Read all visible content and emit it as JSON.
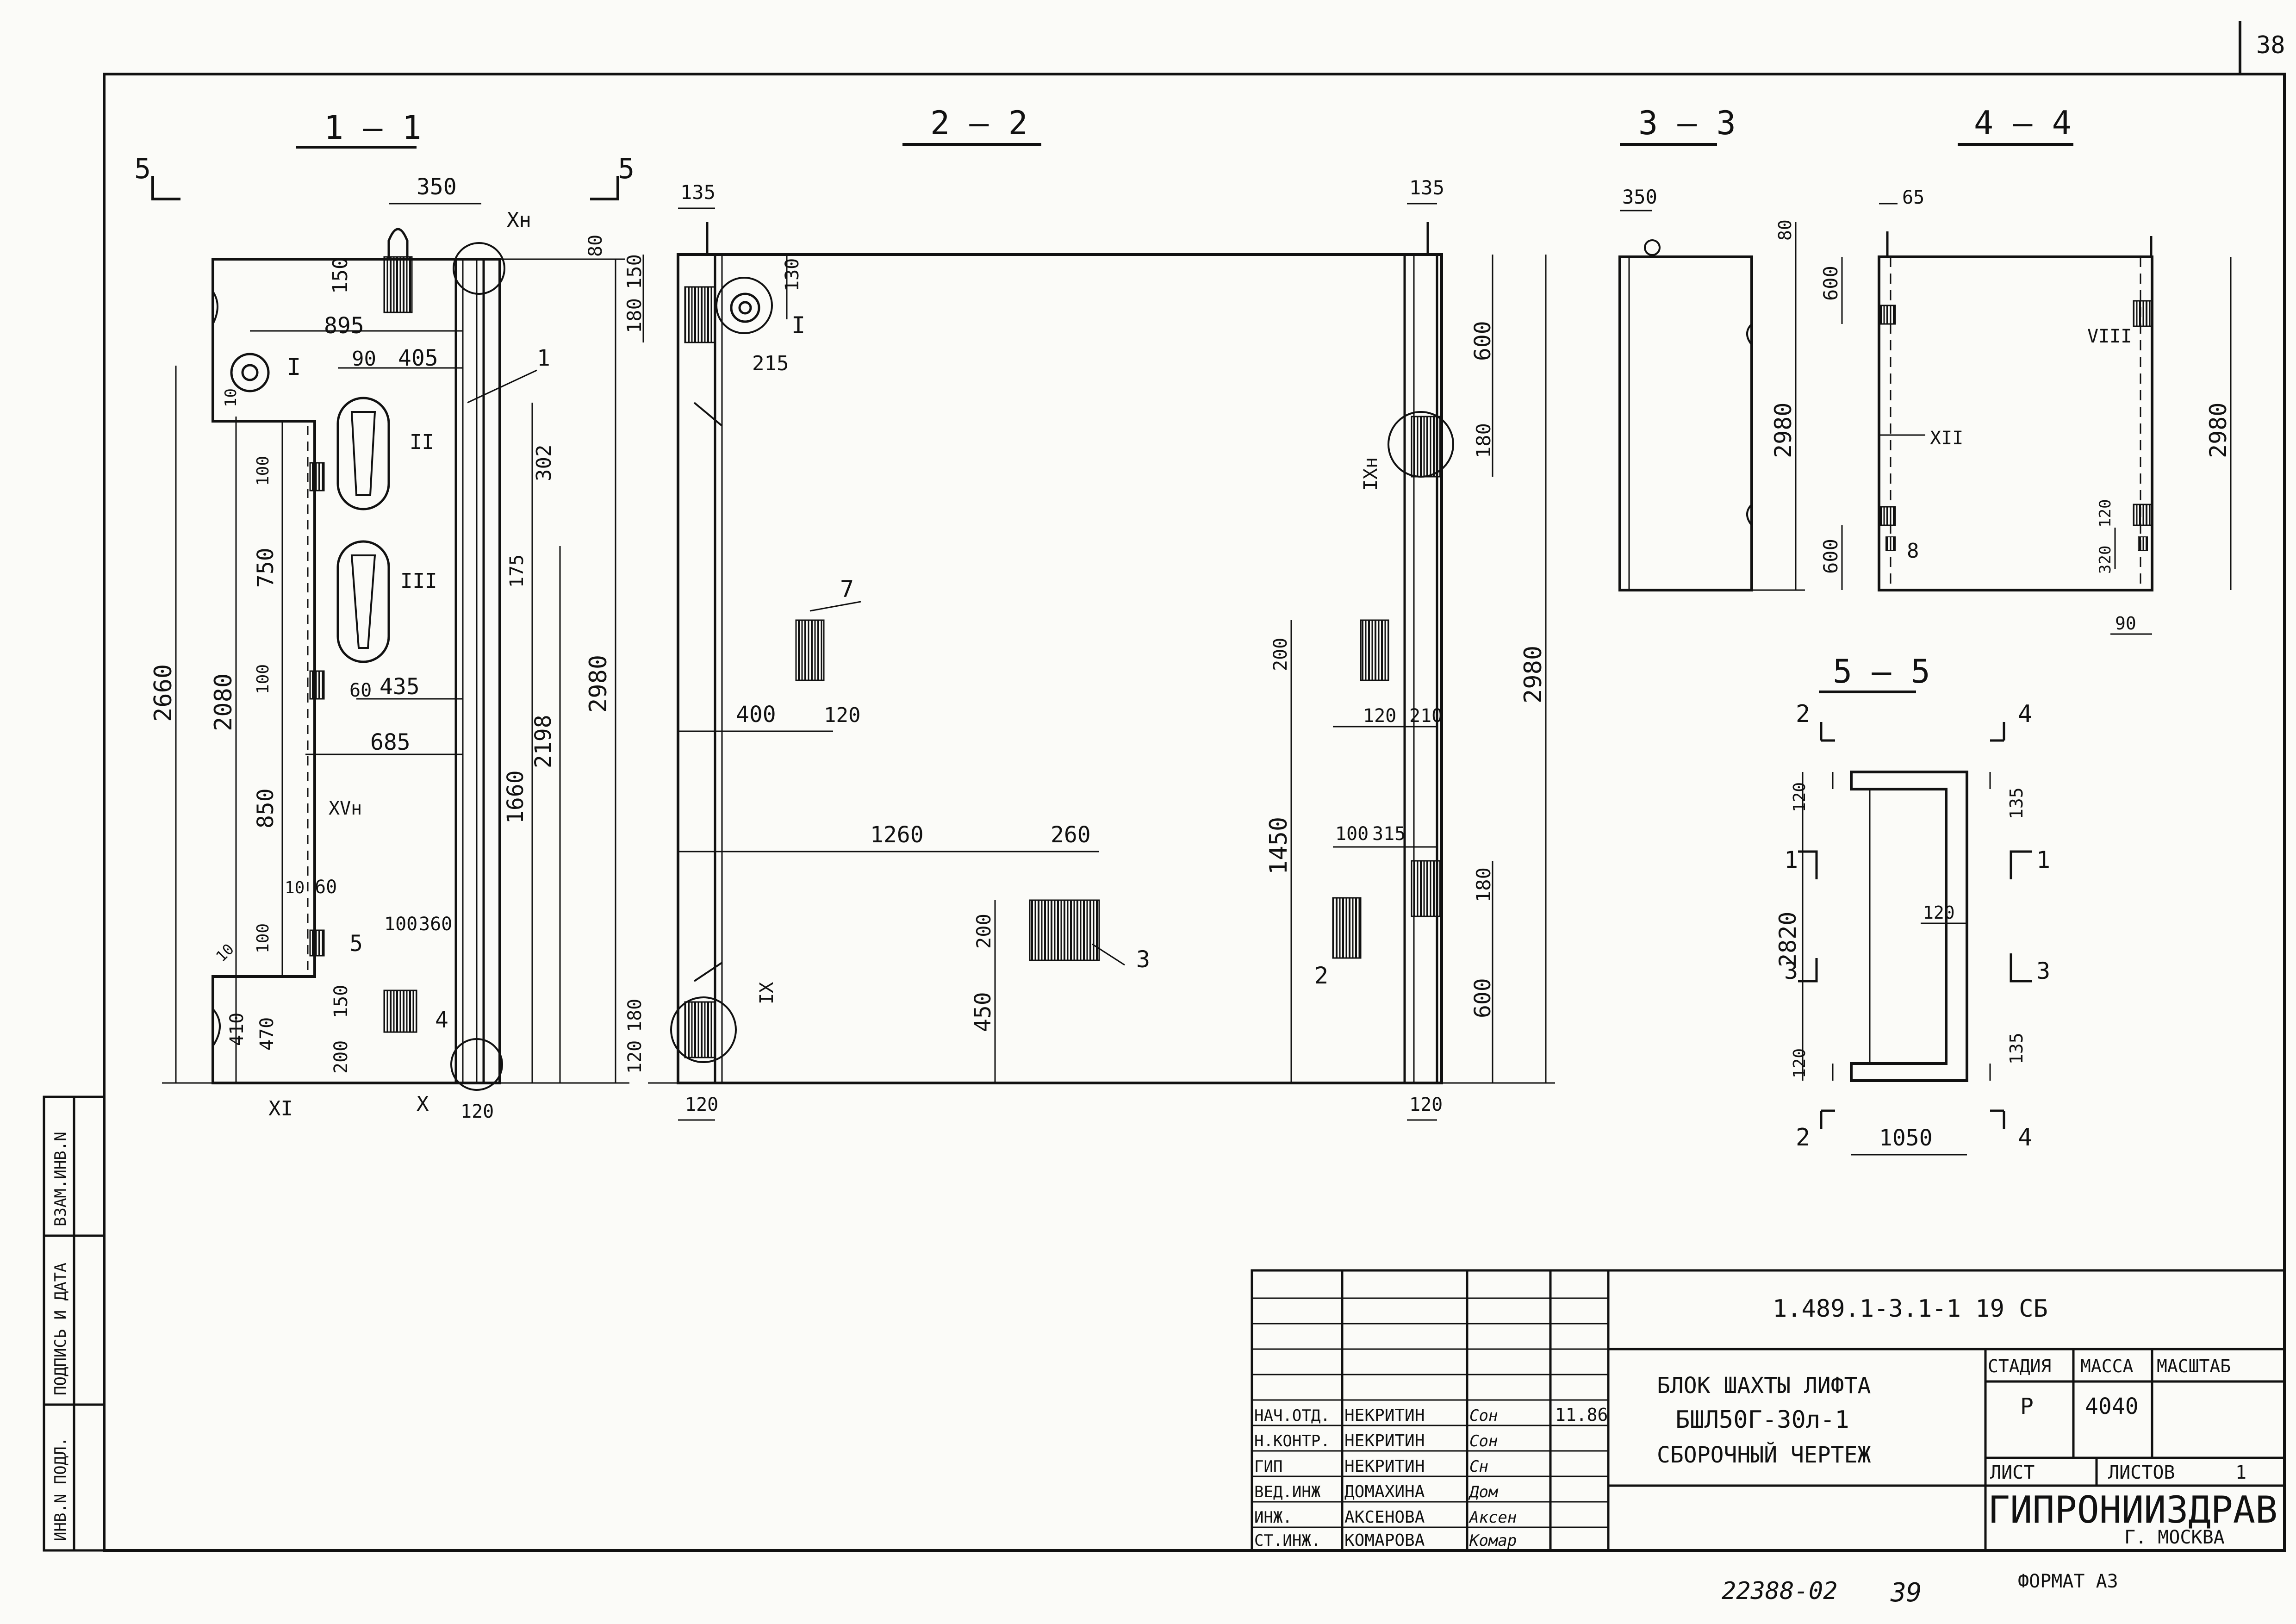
{
  "sheet": {
    "page_number": "38",
    "bottom_code": "22388-02",
    "bottom_page": "39",
    "format_label": "ФОРМАТ А3"
  },
  "side_stamp": {
    "labels": [
      "ИНВ.N ПОДЛ.",
      "ПОДПИСЬ И ДАТА",
      "ВЗАМ.ИНВ.N"
    ]
  },
  "sections": {
    "s11": "1 – 1",
    "s22": "2 – 2",
    "s33": "3 – 3",
    "s44": "4 – 4",
    "s55": "5 – 5",
    "cut_5": "5"
  },
  "callouts": {
    "I": "I",
    "II": "II",
    "III": "III",
    "VIII": "VIII",
    "XII": "XII",
    "IXh": "IXн",
    "IX": "IX",
    "Xh": "Xн",
    "X": "X",
    "XI": "XI",
    "XVh": "XVн",
    "p1": "1",
    "p2": "2",
    "p3": "3",
    "p4": "4",
    "p5": "5",
    "p7": "7",
    "p8": "8",
    "cut1": "1",
    "cut2": "2",
    "cut3": "3",
    "cut4": "4"
  },
  "dims_11": {
    "d350": "350",
    "d80": "80",
    "d150": "150",
    "d895": "895",
    "d90": "90",
    "d405": "405",
    "d10": "10",
    "d302": "302",
    "d100a": "100",
    "d750": "750",
    "d175": "175",
    "d100b": "100",
    "d60": "60",
    "d435": "435",
    "d685": "685",
    "d2660": "2660",
    "d2080": "2080",
    "d850": "850",
    "d1660": "1660",
    "d2198": "2198",
    "d2980": "2980",
    "d10b": "10",
    "d60b": "60",
    "d100c": "100",
    "d100d": "100",
    "d360": "360",
    "d10c": "10",
    "d470": "470",
    "d410": "410",
    "d150b": "150",
    "d200": "200",
    "d120": "120"
  },
  "dims_22": {
    "d135a": "135",
    "d150": "150",
    "d180a": "180",
    "d130": "130",
    "d215": "215",
    "d135b": "135",
    "d600a": "600",
    "d180b": "180",
    "d2980": "2980",
    "d200a": "200",
    "d400": "400",
    "d120a": "120",
    "d120b": "120",
    "d210": "210",
    "d1260": "1260",
    "d260": "260",
    "d1450": "1450",
    "d100": "100",
    "d315": "315",
    "d180c": "180",
    "d200b": "200",
    "d450": "450",
    "d600b": "600",
    "d180d": "180",
    "d120c": "120",
    "d120d": "120",
    "d120e": "120"
  },
  "dims_33": {
    "d350": "350",
    "d80": "80",
    "d2980": "2980"
  },
  "dims_44": {
    "d65": "65",
    "d600a": "600",
    "d2980": "2980",
    "d600b": "600",
    "d120": "120",
    "d320": "320",
    "d90": "90"
  },
  "dims_55": {
    "d120a": "120",
    "d135a": "135",
    "d2820": "2820",
    "d120b": "120",
    "d120c": "120",
    "d135b": "135",
    "d1050": "1050"
  },
  "title_block": {
    "doc_code": "1.489.1-3.1-1   19 СБ",
    "title_lines": [
      "БЛОК   ШАХТЫ   ЛИФТА",
      "БШЛ50Г-30л-1",
      "СБОРОЧНЫЙ       ЧЕРТЕЖ"
    ],
    "headers": {
      "stage": "СТАДИЯ",
      "mass": "МАССА",
      "scale": "МАСШТАБ"
    },
    "values": {
      "stage": "Р",
      "mass": "4040",
      "scale": ""
    },
    "sheet_label": "ЛИСТ",
    "sheets_label": "ЛИСТОВ",
    "sheets_value": "1",
    "org_name": "ГИПРОНИИЗДРАВ",
    "org_city": "Г. МОСКВА",
    "date": "11.86",
    "staff": [
      {
        "role": "НАЧ.ОТД.",
        "name": "НЕКРИТИН"
      },
      {
        "role": "Н.КОНТР.",
        "name": "НЕКРИТИН"
      },
      {
        "role": "ГИП",
        "name": "НЕКРИТИН"
      },
      {
        "role": "ВЕД.ИНЖ",
        "name": "ДОМАХИНА"
      },
      {
        "role": "ИНЖ.",
        "name": "АКСЕНОВА"
      },
      {
        "role": "СТ.ИНЖ.",
        "name": "КОМАРОВА"
      }
    ],
    "signatures": [
      "Сон",
      "Сон",
      "Сн",
      "Дом",
      "Аксен",
      "Комар"
    ]
  }
}
